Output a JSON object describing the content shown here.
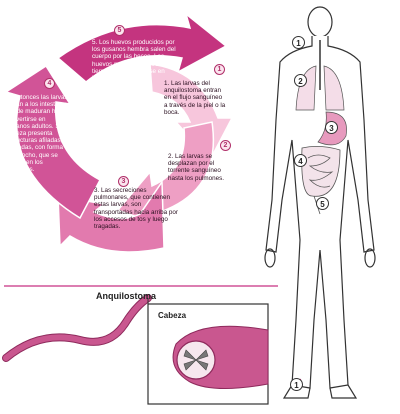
{
  "cycle": {
    "steps": [
      {
        "num": "1",
        "text": "1. Las larvas del anquilostoma entran en el flujo sanguíneo a través de la piel o la boca."
      },
      {
        "num": "2",
        "text": "2. Las larvas se desplazan por el torrente sanguíneo hasta los pulmones."
      },
      {
        "num": "3",
        "text": "3. Las secreciones pulmonares, que contienen estas larvas, son transportadas hacia arriba por los accesos de tos y luego tragadas."
      },
      {
        "num": "4",
        "text": "4. Entonces las larvas pasan a los intestinos, donde maduran hasta convertirse en gusanos adultos. Su cabeza presenta estructuras afiladas, curvadas, con forma de gancho, que se clavan en los intestinos."
      },
      {
        "num": "5",
        "text": "5. Los huevos producidos por los gusanos hembra salen del cuerpo por las heces. Los huevos maduran dentro de la tierra hasta convertirse en larvas."
      }
    ]
  },
  "body_markers": [
    "1",
    "2",
    "3",
    "4",
    "5",
    "1"
  ],
  "worm": {
    "title": "Anquilostoma",
    "head_label": "Cabeza"
  },
  "colors": {
    "stage1": "#f7c6dc",
    "stage2": "#ee9fc4",
    "stage3": "#e27aae",
    "stage4": "#d15497",
    "stage5": "#bd2e7b",
    "worm": "#c9578f"
  }
}
